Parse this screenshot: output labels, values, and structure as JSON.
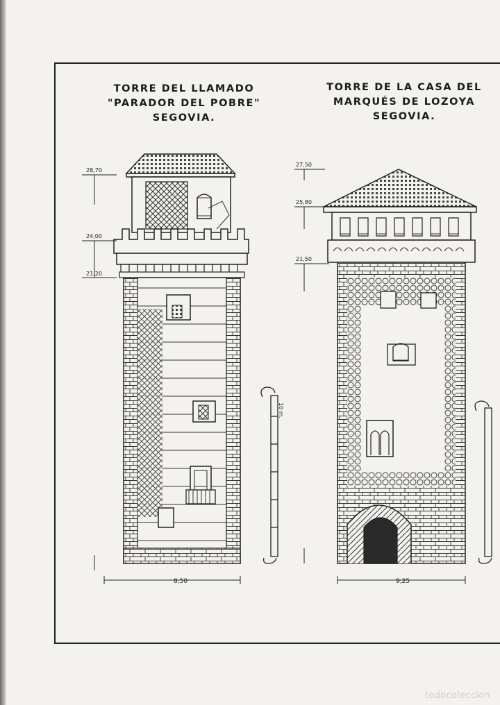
{
  "plate": {
    "left_title": [
      "TORRE DEL LLAMADO",
      "\"PARADOR DEL POBRE\"",
      "SEGOVIA."
    ],
    "right_title": [
      "TORRE DE LA CASA DEL",
      "MARQUÉS DE LOZOYA",
      "SEGOVIA."
    ],
    "left_dims": {
      "h1": "28,70",
      "h2": "24,00",
      "h3": "21,20",
      "width": "8,50"
    },
    "right_dims": {
      "h1": "27,50",
      "h2": "25,80",
      "h3": "21,50",
      "width": "9,25"
    },
    "scale_label": "10 m."
  },
  "watermark": "todocoleccion"
}
